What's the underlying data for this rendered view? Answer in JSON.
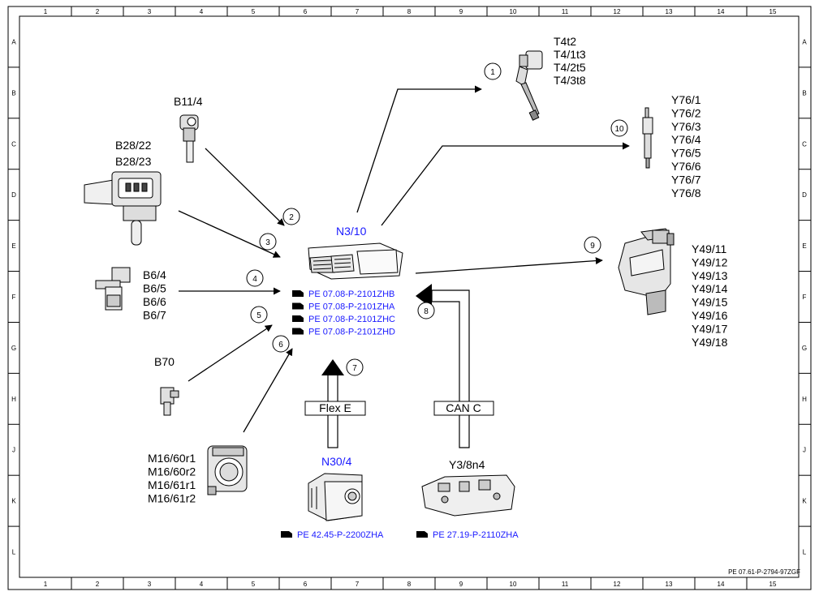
{
  "grid": {
    "columns": [
      "1",
      "2",
      "3",
      "4",
      "5",
      "6",
      "7",
      "8",
      "9",
      "10",
      "11",
      "12",
      "13",
      "14",
      "15"
    ],
    "rows": [
      "A",
      "B",
      "C",
      "D",
      "E",
      "F",
      "G",
      "H",
      "J",
      "K",
      "L"
    ]
  },
  "components": {
    "ecu": {
      "label": "N3/10",
      "refs": [
        "PE 07.08-P-2101ZHB",
        "PE 07.08-P-2101ZHA",
        "PE 07.08-P-2101ZHC",
        "PE 07.08-P-2101ZHD"
      ]
    },
    "ignition": {
      "labels": [
        "T4t2",
        "T4/1t3",
        "T4/2t5",
        "T4/3t8"
      ],
      "num": "1"
    },
    "injectors": {
      "labels": [
        "Y76/1",
        "Y76/2",
        "Y76/3",
        "Y76/4",
        "Y76/5",
        "Y76/6",
        "Y76/7",
        "Y76/8"
      ],
      "num": "10"
    },
    "camshaft": {
      "labels": [
        "Y49/11",
        "Y49/12",
        "Y49/13",
        "Y49/14",
        "Y49/15",
        "Y49/16",
        "Y49/17",
        "Y49/18"
      ],
      "num": "9"
    },
    "coolant_sensor": {
      "label": "B11/4",
      "num": "2"
    },
    "pressure_sensor": {
      "labels": [
        "B28/22",
        "B28/23"
      ],
      "num": "3"
    },
    "hall_sensors": {
      "labels": [
        "B6/4",
        "B6/5",
        "B6/6",
        "B6/7"
      ],
      "num": "4"
    },
    "crank_sensor": {
      "label": "B70",
      "num": "5"
    },
    "throttle": {
      "labels": [
        "M16/60r1",
        "M16/60r2",
        "M16/61r1",
        "M16/61r2"
      ],
      "num": "6"
    },
    "flex_module": {
      "label": "N30/4",
      "ref": "PE 42.45-P-2200ZHA",
      "signal": "Flex E",
      "num": "7"
    },
    "transmission": {
      "label": "Y3/8n4",
      "ref": "PE 27.19-P-2110ZHA",
      "signal": "CAN C",
      "num": "8"
    }
  },
  "footer": {
    "doc_id": "PE 07.61-P-2794-97ZGF"
  },
  "colors": {
    "line": "#000000",
    "link": "#1a1aff"
  }
}
